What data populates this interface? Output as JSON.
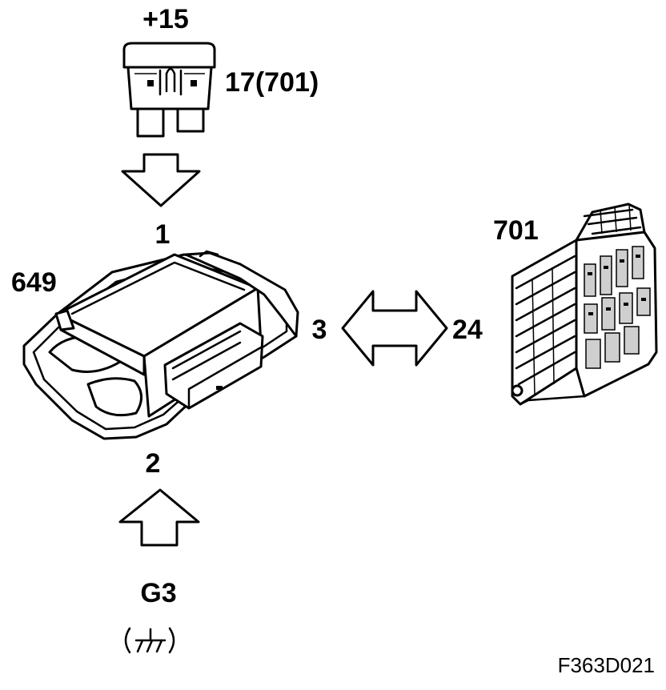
{
  "labels": {
    "fuse_supply": "+15",
    "fuse_ref": "17(701)",
    "pin_top": "1",
    "module_id": "649",
    "pin_right": "3",
    "fusebox_pin": "24",
    "fusebox_id": "701",
    "pin_bottom": "2",
    "ground_id": "G3",
    "figure_ref": "F363D021"
  },
  "icons": {
    "fuse": "blade-fuse-icon",
    "arrow_down": "arrow-down-icon",
    "arrow_up": "arrow-up-icon",
    "arrow_bidirectional": "double-arrow-icon",
    "control_module": "control-module-icon",
    "fuse_box": "fuse-box-icon",
    "ground": "chassis-ground-icon"
  },
  "colors": {
    "line": "#000000",
    "background": "#ffffff"
  }
}
